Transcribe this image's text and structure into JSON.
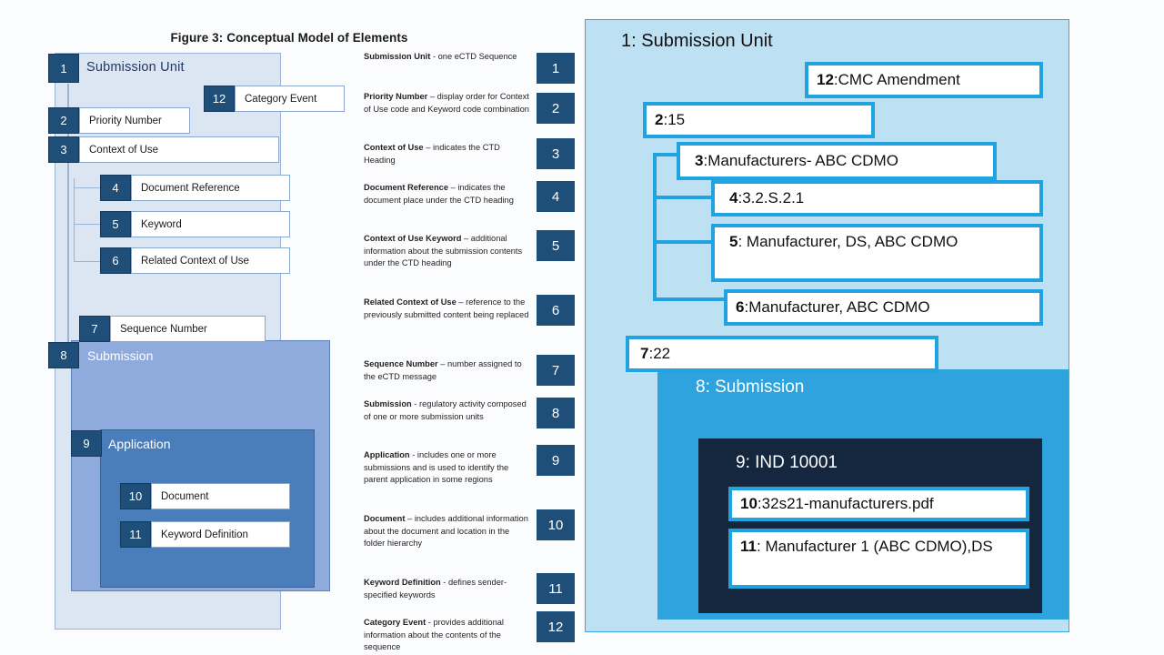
{
  "figure": {
    "title": "Figure 3: Conceptual Model of Elements",
    "container_label": "Submission Unit",
    "submission_label": "Submission",
    "application_label": "Application",
    "nodes": [
      {
        "num": "1",
        "label": "Submission Unit"
      },
      {
        "num": "2",
        "label": "Priority Number"
      },
      {
        "num": "3",
        "label": "Context of Use"
      },
      {
        "num": "4",
        "label": "Document Reference"
      },
      {
        "num": "5",
        "label": "Keyword"
      },
      {
        "num": "6",
        "label": "Related Context of Use"
      },
      {
        "num": "7",
        "label": "Sequence Number"
      },
      {
        "num": "8",
        "label": "Submission"
      },
      {
        "num": "9",
        "label": "Application"
      },
      {
        "num": "10",
        "label": "Document"
      },
      {
        "num": "11",
        "label": "Keyword Definition"
      },
      {
        "num": "12",
        "label": "Category Event"
      }
    ]
  },
  "legend": {
    "items": [
      {
        "num": "1",
        "term": "Submission Unit",
        "sep": " - ",
        "desc": "one eCTD Sequence"
      },
      {
        "num": "2",
        "term": "Priority Number",
        "sep": " – ",
        "desc": "display order for Context of Use code and Keyword code combination"
      },
      {
        "num": "3",
        "term": "Context of Use",
        "sep": " – ",
        "desc": "indicates the CTD Heading"
      },
      {
        "num": "4",
        "term": "Document Reference",
        "sep": " – ",
        "desc": "indicates the document place under the CTD heading"
      },
      {
        "num": "5",
        "term": "Context of Use Keyword",
        "sep": " – ",
        "desc": "additional information about the submission contents under the CTD heading"
      },
      {
        "num": "6",
        "term": "Related Context of Use",
        "sep": " – ",
        "desc": "reference to the previously submitted content being replaced"
      },
      {
        "num": "7",
        "term": "Sequence Number",
        "sep": " – ",
        "desc": "number assigned to the eCTD message"
      },
      {
        "num": "8",
        "term": "Submission",
        "sep": "  - ",
        "desc": "regulatory activity composed of one or more submission units"
      },
      {
        "num": "9",
        "term": "Application",
        "sep": "  -  ",
        "desc": "includes one or more submissions and is used to identify the parent application in some regions"
      },
      {
        "num": "10",
        "term": "Document",
        "sep": " – ",
        "desc": "includes additional information about the document and location in the folder hierarchy"
      },
      {
        "num": "11",
        "term": "Keyword Definition",
        "sep": "  -  ",
        "desc": "defines sender-specified keywords"
      },
      {
        "num": "12",
        "term": "Category Event",
        "sep": " -  ",
        "desc": "provides additional information about the contents of the sequence"
      }
    ]
  },
  "example": {
    "panel_title": "1:  Submission Unit",
    "submission_title": "8: Submission",
    "application_title": "9: IND 10001",
    "items": [
      {
        "num": "12",
        "prefix": "12",
        "sep": ": ",
        "value": "CMC Amendment"
      },
      {
        "num": "2",
        "prefix": "2",
        "sep": ": ",
        "value": "15"
      },
      {
        "num": "3",
        "prefix": "3",
        "sep": ":  ",
        "value": "Manufacturers- ABC CDMO"
      },
      {
        "num": "4",
        "prefix": "4",
        "sep": ":  ",
        "value": "3.2.S.2.1"
      },
      {
        "num": "5",
        "prefix": "5",
        "sep": ":  ",
        "value": "Manufacturer, DS, ABC CDMO"
      },
      {
        "num": "6",
        "prefix": "6",
        "sep": ": ",
        "value": "Manufacturer, ABC CDMO"
      },
      {
        "num": "7",
        "prefix": "7",
        "sep": ":  ",
        "value": "22"
      },
      {
        "num": "10",
        "prefix": "10",
        "sep": ": ",
        "value": "32s21-manufacturers.pdf"
      },
      {
        "num": "11",
        "prefix": "11",
        "sep": ": ",
        "value": "Manufacturer 1 (ABC CDMO),DS"
      }
    ]
  },
  "colors": {
    "badge_navy": "#1f4e79",
    "container_light": "#dce6f2",
    "submission_blue": "#8faadc",
    "application_blue": "#4a7ebb",
    "panel_light_cyan": "#bde0f3",
    "accent_cyan": "#21a3e1",
    "submission_cyan": "#2ea3de",
    "application_navy": "#14273f"
  }
}
